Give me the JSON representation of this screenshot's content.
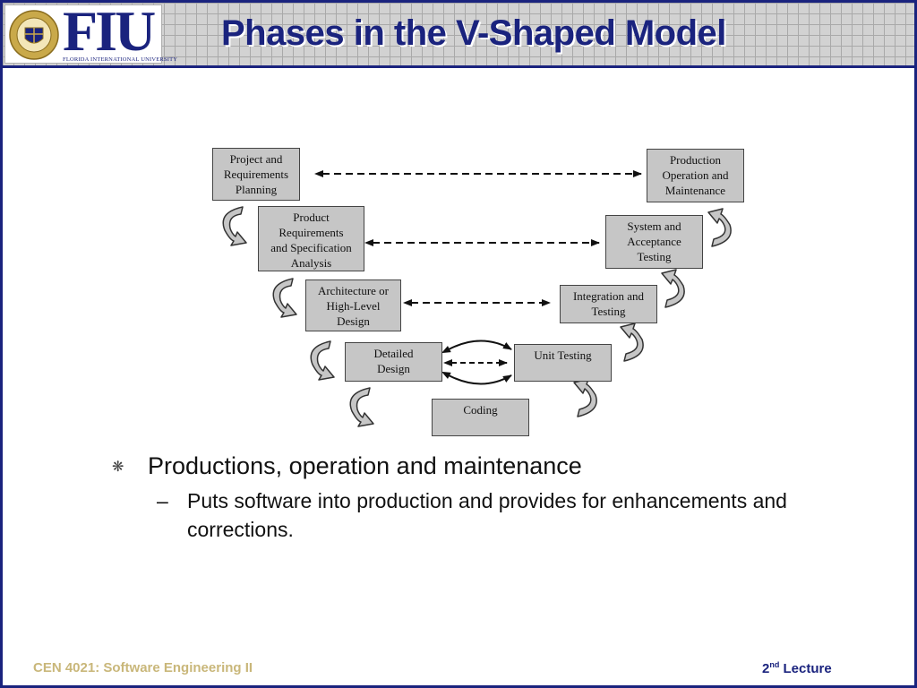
{
  "header": {
    "logo_text": "FIU",
    "logo_subtext": "FLORIDA INTERNATIONAL UNIVERSITY",
    "title": "Phases in the V-Shaped Model"
  },
  "diagram": {
    "boxes": {
      "project_planning": "Project and\nRequirements\nPlanning",
      "product_requirements": "Product\nRequirements\nand Specification\nAnalysis",
      "architecture": "Architecture or\nHigh-Level\nDesign",
      "detailed_design": "Detailed\nDesign",
      "coding": "Coding",
      "unit_testing": "Unit Testing",
      "integration_testing": "Integration and\nTesting",
      "system_testing": "System and\nAcceptance\nTesting",
      "production": "Production\nOperation and\nMaintenance"
    }
  },
  "content": {
    "bullet": "Productions, operation and maintenance",
    "sub_bullet": "Puts software into production and provides for enhancements and corrections."
  },
  "footer": {
    "course": "CEN 4021: Software Engineering II",
    "lecture_num": "2",
    "lecture_sup": "nd",
    "lecture_word": " Lecture"
  },
  "colors": {
    "navy": "#1a237e",
    "gold": "#c9b77a",
    "box_fill": "#c6c6c6"
  }
}
